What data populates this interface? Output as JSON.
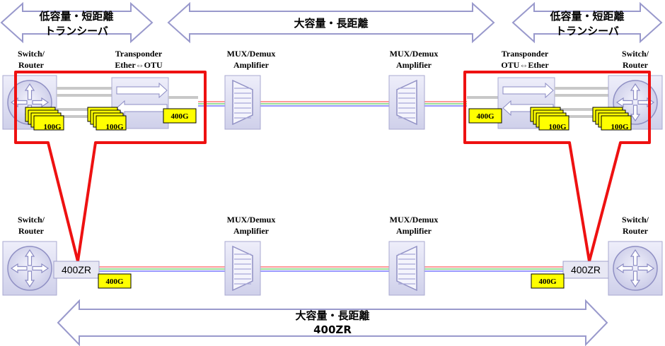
{
  "top_arrows": {
    "left_line1": "低容量・短距離",
    "left_line2": "トランシーバ",
    "center": "大容量・長距離",
    "right_line1": "低容量・短距離",
    "right_line2": "トランシーバ"
  },
  "top_row": {
    "switch_left_line1": "Switch/",
    "switch_left_line2": "Router",
    "transponder_left_line1": "Transponder",
    "transponder_left_line2": "Ether⇔OTU",
    "mux_left_line1": "MUX/Demux",
    "mux_left_line2": "Amplifier",
    "mux_right_line1": "MUX/Demux",
    "mux_right_line2": "Amplifier",
    "transponder_right_line1": "Transponder",
    "transponder_right_line2": "OTU⇔Ether",
    "switch_right_line1": "Switch/",
    "switch_right_line2": "Router",
    "tag_100g": "100G",
    "tag_400g": "400G"
  },
  "bottom_row": {
    "switch_left_line1": "Switch/",
    "switch_left_line2": "Router",
    "mux_left_line1": "MUX/Demux",
    "mux_left_line2": "Amplifier",
    "mux_right_line1": "MUX/Demux",
    "mux_right_line2": "Amplifier",
    "switch_right_line1": "Switch/",
    "switch_right_line2": "Router",
    "module_label": "400ZR",
    "tag_400g": "400G"
  },
  "bottom_arrow": {
    "line1": "大容量・長距離",
    "line2": "400ZR"
  },
  "colors": {
    "arrow_fill": "#ffffff",
    "arrow_stroke": "#9999cc",
    "device_fill": "#dcdcf0",
    "device_stroke": "#a0a0cc",
    "highlight": "#ee1111",
    "tag_fill": "#ffff00",
    "fiber_colors": [
      "#ff9999",
      "#99dd99",
      "#9999ff"
    ]
  }
}
